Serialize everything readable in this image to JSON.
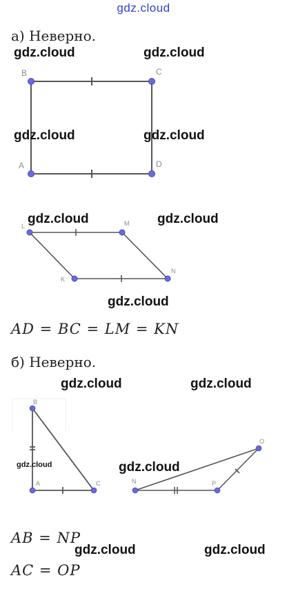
{
  "header": {
    "brand": "gdz.cloud"
  },
  "watermark": "gdz.cloud",
  "part_a": {
    "title": "а) Неверно.",
    "rectangle": {
      "points": [
        "A",
        "B",
        "C",
        "D"
      ]
    },
    "parallelogram": {
      "points": [
        "L",
        "M",
        "N",
        "K"
      ]
    },
    "equation": "AD = BC = LM = KN"
  },
  "part_b": {
    "title": "б) Неверно.",
    "triangle_abc": {
      "points": [
        "A",
        "B",
        "C"
      ]
    },
    "triangle_nop": {
      "points": [
        "N",
        "O",
        "P"
      ]
    },
    "equation_1": "AB = NP",
    "equation_2": "AC = OP"
  },
  "colors": {
    "point": "#6a6ae0",
    "line": "#555555",
    "brand": "#2f3fd6"
  }
}
